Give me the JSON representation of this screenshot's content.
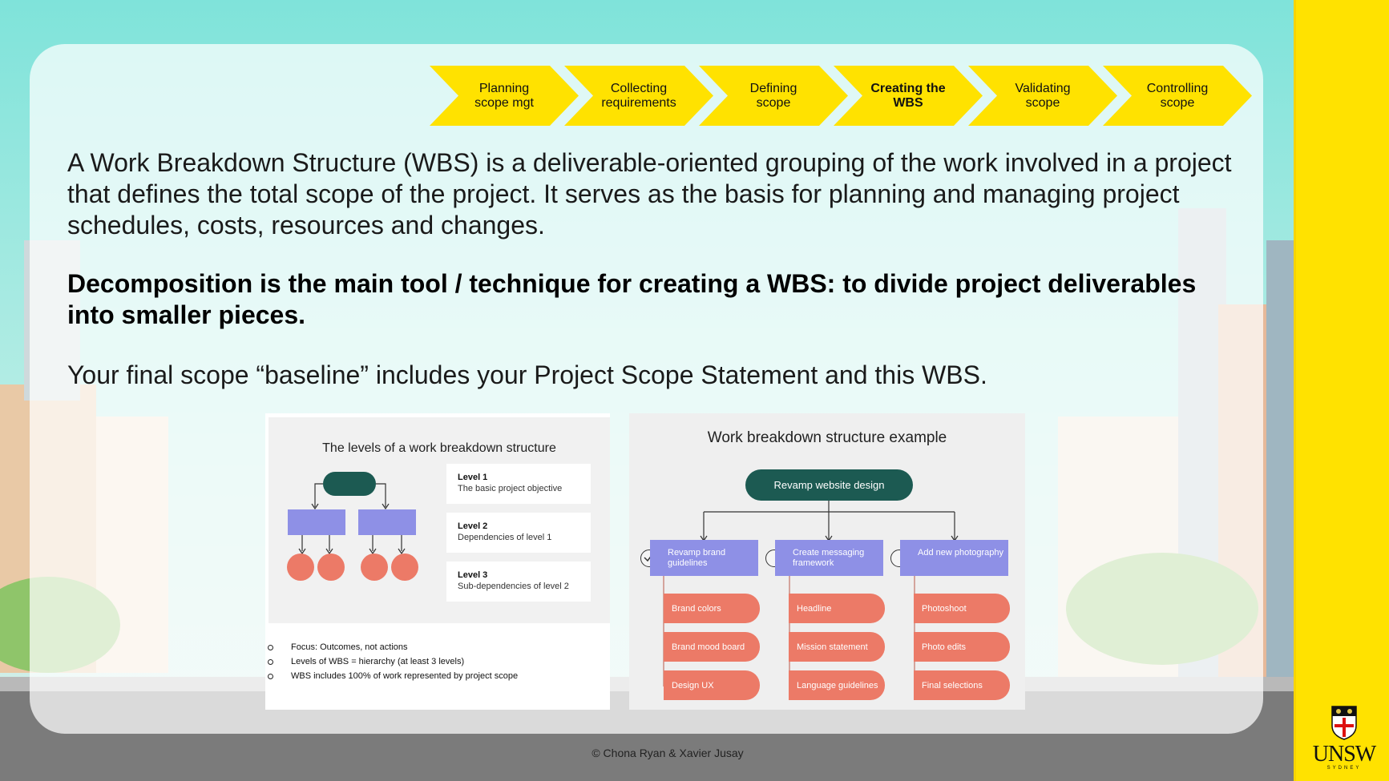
{
  "process_steps": [
    {
      "label": "Planning\nscope mgt",
      "active": false
    },
    {
      "label": "Collecting\nrequirements",
      "active": false
    },
    {
      "label": "Defining\nscope",
      "active": false
    },
    {
      "label": "Creating the\nWBS",
      "active": true
    },
    {
      "label": "Validating\nscope",
      "active": false
    },
    {
      "label": "Controlling\nscope",
      "active": false
    }
  ],
  "body": {
    "p1": "A Work Breakdown Structure (WBS) is a deliverable-oriented grouping of the work involved in a project that defines the total scope of the project. It serves as the basis for planning and managing project schedules, costs, resources and changes.",
    "p2": "Decomposition is the main tool / technique for creating a WBS: to divide project deliverables into smaller pieces.",
    "p3": "Your final scope “baseline” includes your Project Scope Statement and this WBS."
  },
  "levels_diagram": {
    "title": "The levels of a work breakdown structure",
    "levels": [
      {
        "title": "Level 1",
        "desc": "The basic project objective"
      },
      {
        "title": "Level 2",
        "desc": "Dependencies of level 1"
      },
      {
        "title": "Level 3",
        "desc": "Sub-dependencies of level 2"
      }
    ]
  },
  "bullets": [
    "Focus: Outcomes, not actions",
    "Levels of WBS = hierarchy (at least 3 levels)",
    "WBS includes 100% of work represented by project scope"
  ],
  "example": {
    "title": "Work breakdown structure example",
    "root": "Revamp website design",
    "branches": [
      {
        "label": "Revamp brand guidelines",
        "leaves": [
          "Brand colors",
          "Brand mood board",
          "Design UX"
        ]
      },
      {
        "label": "Create messaging framework",
        "leaves": [
          "Headline",
          "Mission statement",
          "Language guidelines"
        ]
      },
      {
        "label": "Add new photography",
        "leaves": [
          "Photoshoot",
          "Photo edits",
          "Final selections"
        ]
      }
    ]
  },
  "credit": "© Chona Ryan & Xavier Jusay",
  "brand": {
    "name": "UNSW",
    "sub": "SYDNEY"
  },
  "colors": {
    "accent": "#FFE200",
    "wbs_root": "#1c5a52",
    "wbs_branch": "#8e90e6",
    "wbs_leaf": "#ec7a67"
  }
}
